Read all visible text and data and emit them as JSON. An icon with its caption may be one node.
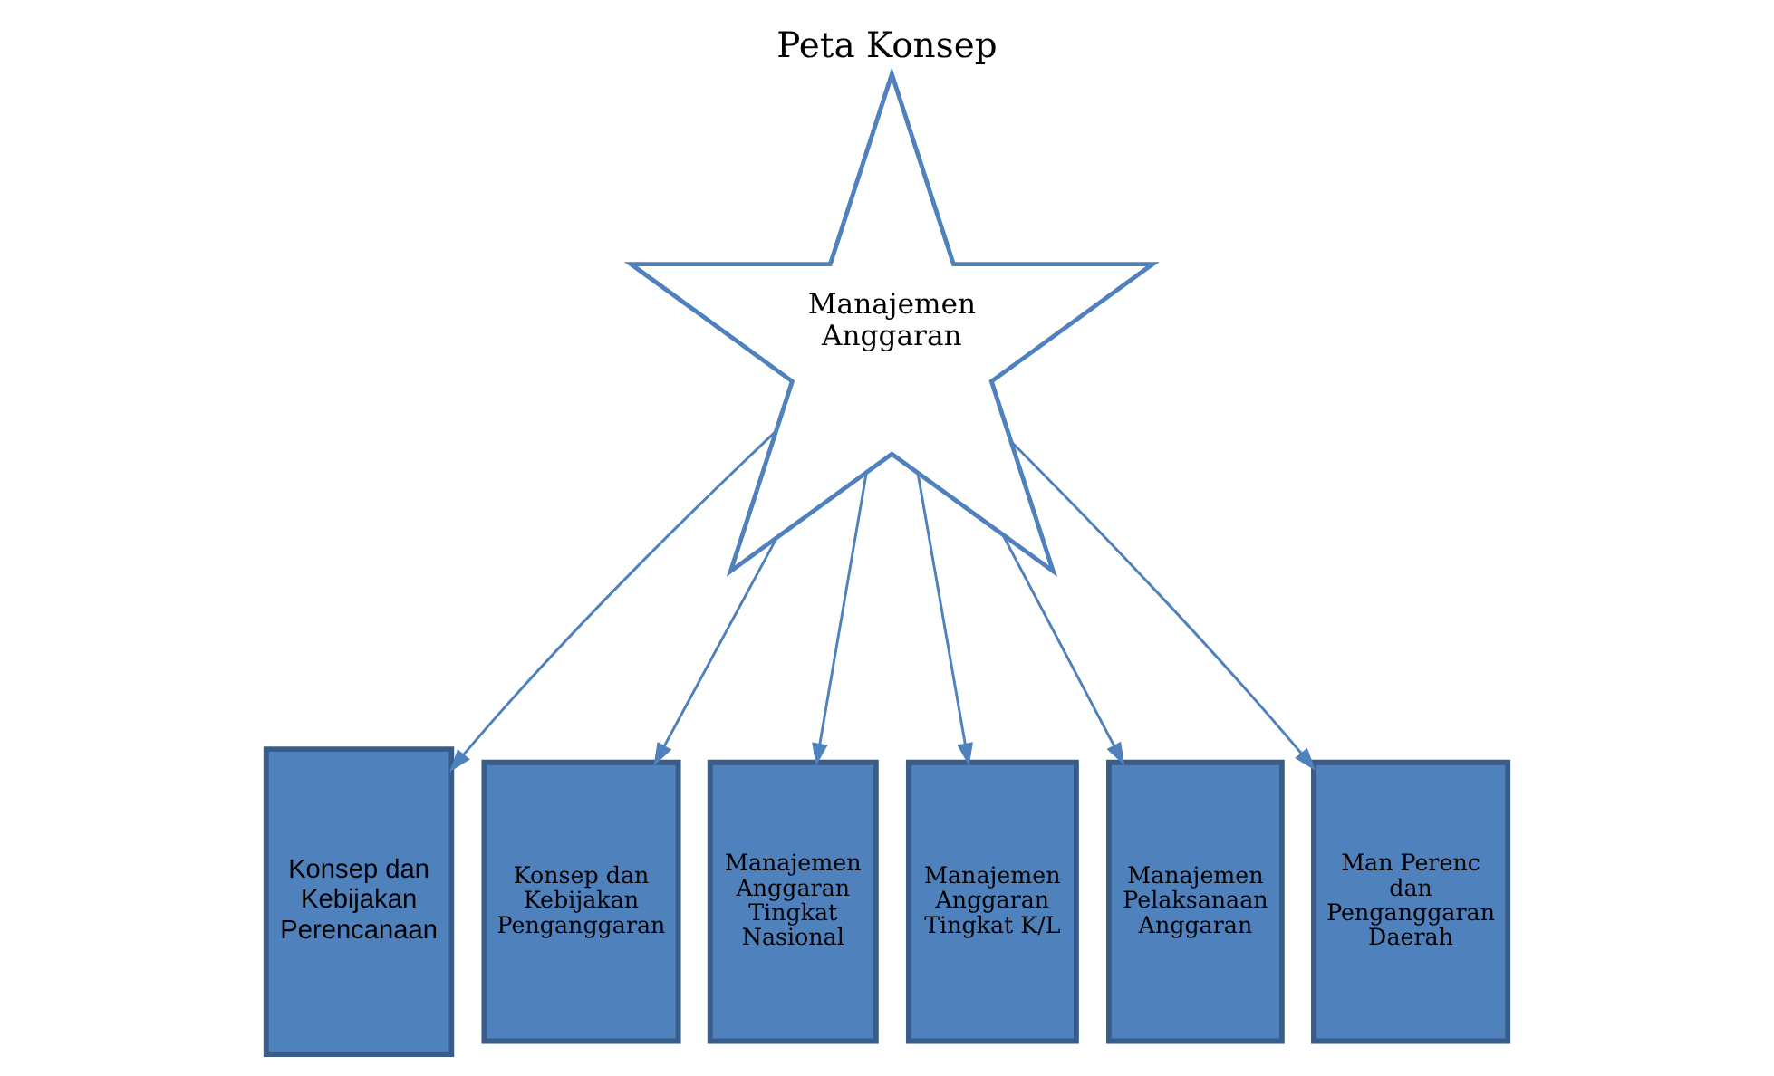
{
  "diagram": {
    "title": "Peta Konsep",
    "nodes": [
      {
        "text": [
          "Manajemen Anggaran"
        ]
      },
      {
        "text": [
          "Konsep dan Kebijakan Perencanaan"
        ]
      },
      {
        "text": [
          "Konsep dan Kebijakan Penganggaran"
        ]
      },
      {
        "text": [
          "Manajemen Anggaran Tingkat Nasional"
        ]
      },
      {
        "text": [
          "Manajemen Anggaran Tingkat K/L"
        ]
      },
      {
        "text": [
          "Manajemen Pelaksanaan Anggaran"
        ]
      },
      {
        "text": [
          "Man Perenc dan Penganggaran Daerah"
        ]
      }
    ],
    "edges": [
      {
        "from": 0,
        "to": 1,
        "arrow": "to"
      },
      {
        "from": 0,
        "to": 2,
        "arrow": "to"
      },
      {
        "from": 0,
        "to": 3,
        "arrow": "to"
      },
      {
        "from": 0,
        "to": 4,
        "arrow": "to"
      },
      {
        "from": 0,
        "to": 5,
        "arrow": "to"
      },
      {
        "from": 0,
        "to": 6,
        "arrow": "to"
      }
    ]
  }
}
